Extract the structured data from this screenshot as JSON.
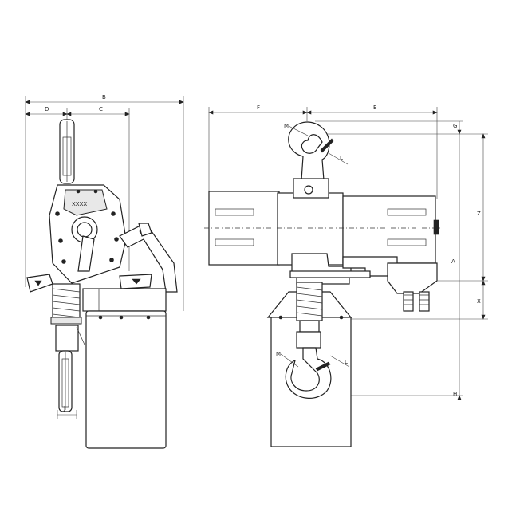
{
  "labels": {
    "a": "B",
    "b": "D",
    "c": "C",
    "d": "F",
    "e": "E",
    "f": "G",
    "g": "Z",
    "h": "A",
    "i": "X",
    "j": "H",
    "k": "M",
    "l": "L",
    "m": "J"
  }
}
